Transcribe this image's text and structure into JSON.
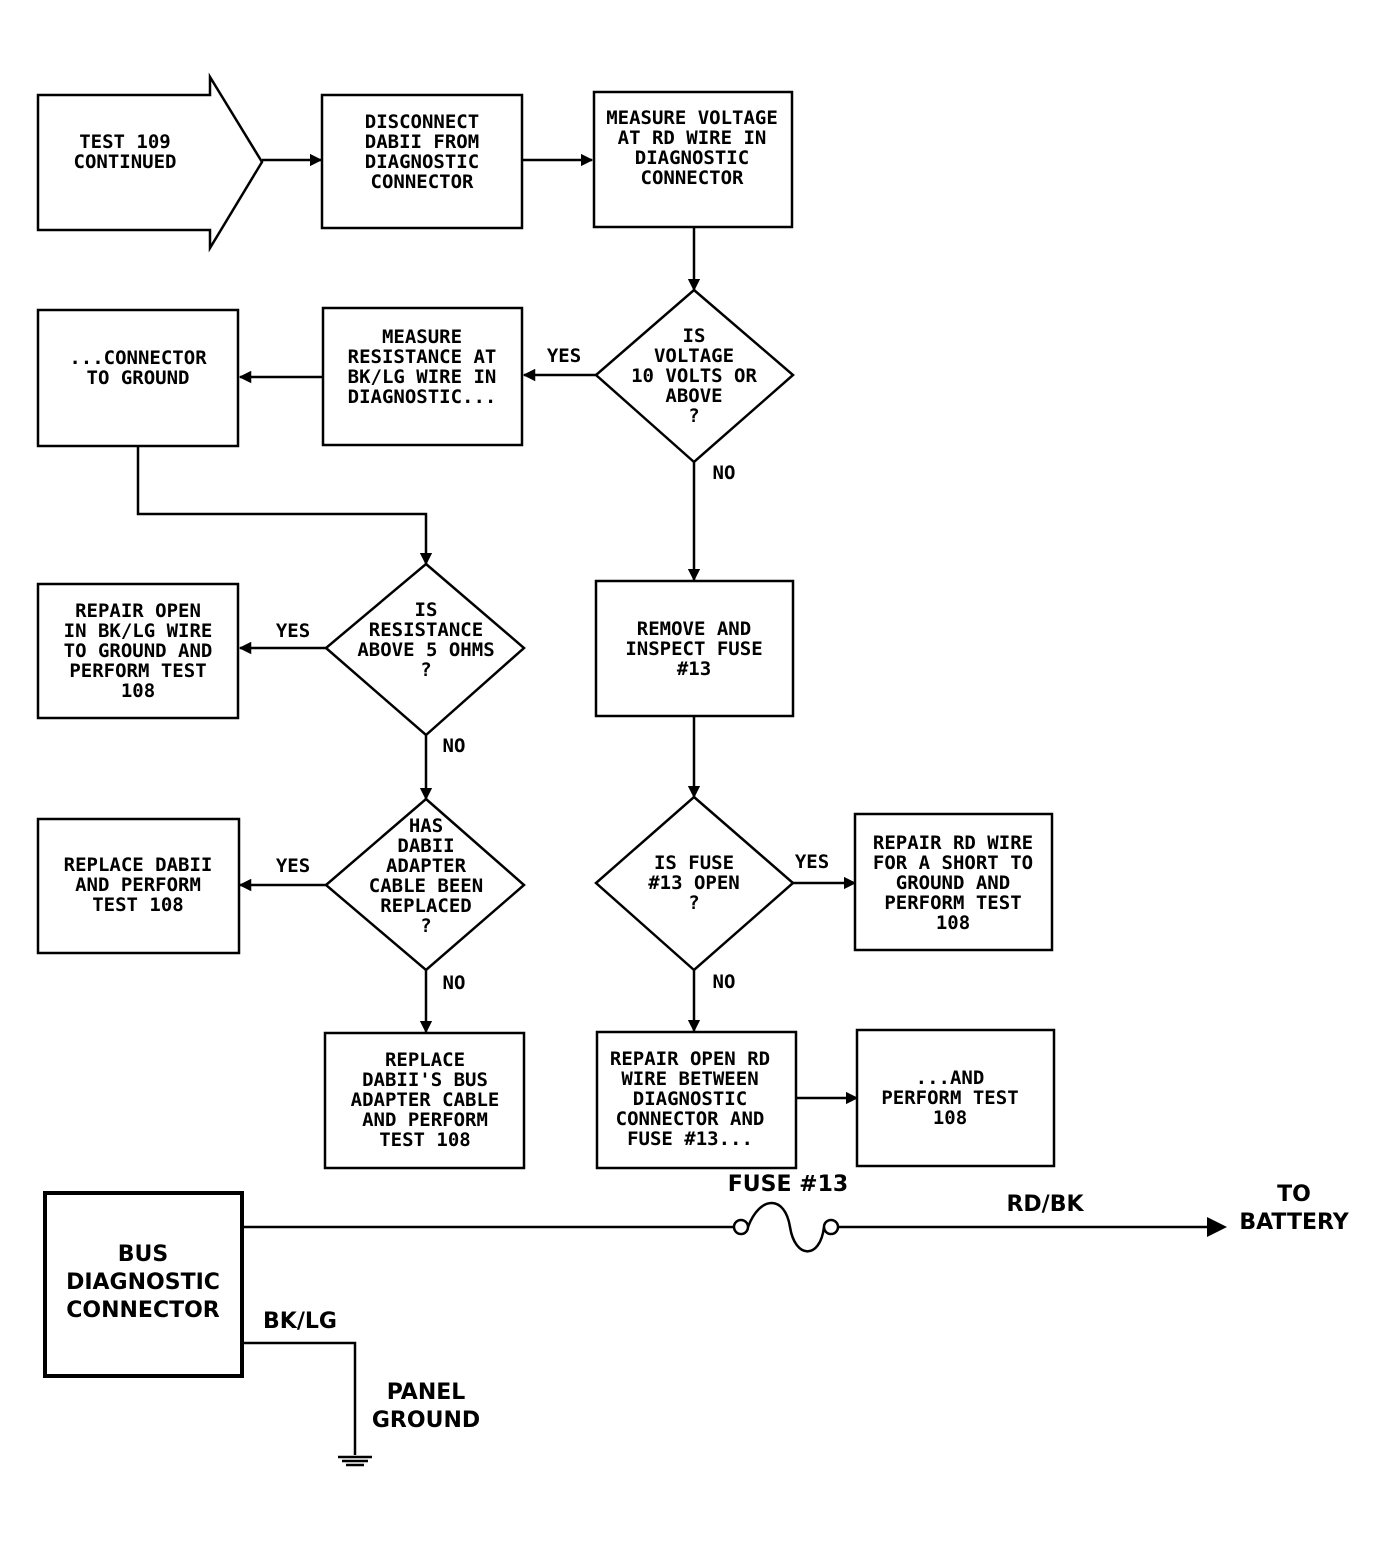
{
  "flowchart": {
    "start": [
      "TEST 109",
      "CONTINUED"
    ],
    "disconnect": [
      "DISCONNECT",
      "DABII FROM",
      "DIAGNOSTIC",
      "CONNECTOR"
    ],
    "measure_voltage": [
      "MEASURE VOLTAGE",
      "AT RD WIRE IN",
      "DIAGNOSTIC",
      "CONNECTOR"
    ],
    "q_voltage": [
      "IS",
      "VOLTAGE",
      "10 VOLTS OR",
      "ABOVE",
      "?"
    ],
    "measure_resistance": [
      "MEASURE",
      "RESISTANCE AT",
      "BK/LG WIRE IN",
      "DIAGNOSTIC..."
    ],
    "connector_ground": [
      "...CONNECTOR",
      "TO GROUND"
    ],
    "q_resistance": [
      "IS",
      "RESISTANCE",
      "ABOVE 5 OHMS",
      "?"
    ],
    "repair_bklg": [
      "REPAIR OPEN",
      "IN BK/LG WIRE",
      "TO GROUND AND",
      "PERFORM TEST",
      "108"
    ],
    "remove_fuse": [
      "REMOVE AND",
      "INSPECT FUSE",
      "#13"
    ],
    "q_adapter": [
      "HAS",
      "DABII",
      "ADAPTER",
      "CABLE BEEN",
      "REPLACED",
      "?"
    ],
    "replace_dabii": [
      "REPLACE DABII",
      "AND PERFORM",
      "TEST 108"
    ],
    "q_fuse": [
      "IS FUSE",
      "#13 OPEN",
      "?"
    ],
    "repair_short": [
      "REPAIR RD WIRE",
      "FOR A SHORT TO",
      "GROUND AND",
      "PERFORM TEST",
      "108"
    ],
    "replace_cable": [
      "REPLACE",
      "DABII'S BUS",
      "ADAPTER CABLE",
      "AND PERFORM",
      "TEST 108"
    ],
    "repair_open_rd": [
      "REPAIR OPEN RD",
      "WIRE BETWEEN",
      "DIAGNOSTIC",
      "CONNECTOR AND",
      "FUSE #13..."
    ],
    "perform_108": [
      "...AND",
      "PERFORM TEST",
      "108"
    ],
    "yes": "YES",
    "no": "NO"
  },
  "circuit": {
    "connector": [
      "BUS",
      "DIAGNOSTIC",
      "CONNECTOR"
    ],
    "fuse_label": "FUSE #13",
    "rd_bk": "RD/BK",
    "to_battery": [
      "TO",
      "BATTERY"
    ],
    "bk_lg": "BK/LG",
    "panel_ground": [
      "PANEL",
      "GROUND"
    ]
  }
}
